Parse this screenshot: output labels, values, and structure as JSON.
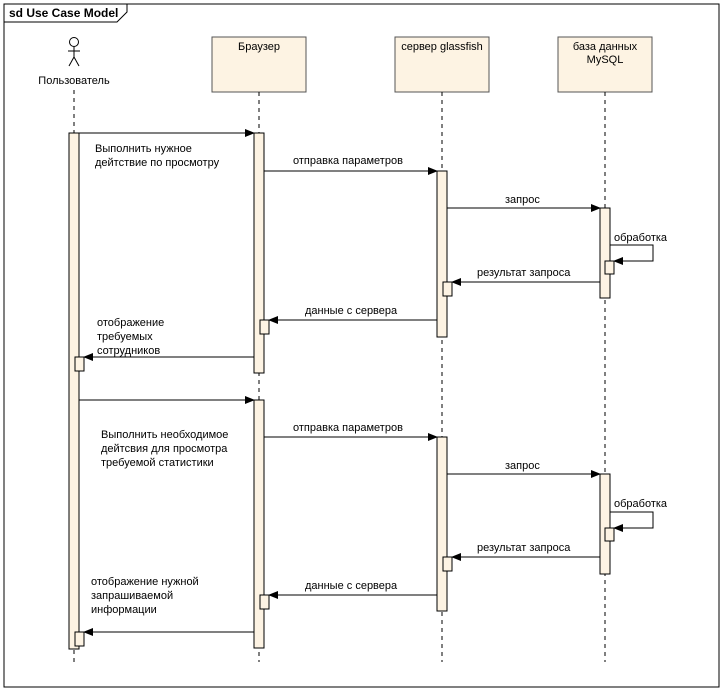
{
  "diagram": {
    "frame_title": "sd Use Case Model",
    "colors": {
      "box_fill": "#fdf3e3",
      "box_stroke": "#555555",
      "line": "#000000"
    },
    "participants": {
      "user": "Пользователь",
      "browser": "Браузер",
      "server": "сервер glassfish",
      "db_line1": "база данных",
      "db_line2": "MySQL"
    },
    "group1": {
      "request_line1": "Выполнить нужное",
      "request_line2": "дейтствие по просмотру",
      "send_params": "отправка параметров",
      "query": "запрос",
      "processing": "обработка",
      "query_result": "результат запроса",
      "server_data": "данные с сервера",
      "display_line1": "отображение",
      "display_line2": "требуемых",
      "display_line3": "сотрудников"
    },
    "group2": {
      "request_line1": "Выполнить необходимое",
      "request_line2": "дейтсвия для просмотра",
      "request_line3": "требуемой статистики",
      "send_params": "отправка параметров",
      "query": "запрос",
      "processing": "обработка",
      "query_result": "результат запроса",
      "server_data": "данные с сервера",
      "display_line1": "отображение нужной",
      "display_line2": "запрашиваемой",
      "display_line3": "информации"
    }
  }
}
